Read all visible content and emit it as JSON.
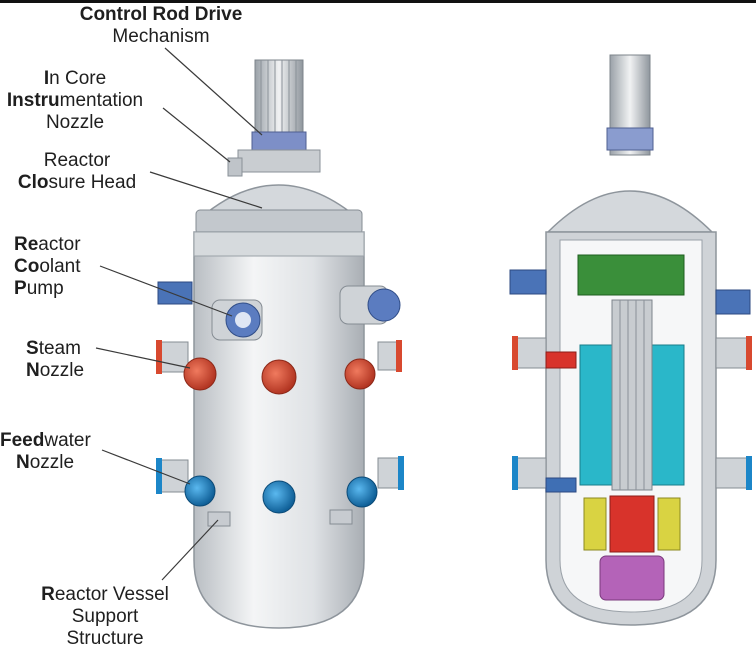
{
  "labels": {
    "crdm": {
      "line1": "Control Rod Drive",
      "line2": "Mechanism"
    },
    "incore": {
      "l1b": "I",
      "l1r": "n Core",
      "l2b": "Instru",
      "l2r": "mentation",
      "l3": "Nozzle"
    },
    "closure": {
      "l1": "Reactor",
      "l2b": "Clo",
      "l2r": "sure Head"
    },
    "pump": {
      "l1b": "Re",
      "l1r": "actor",
      "l2b": "Co",
      "l2r": "olant",
      "l3b": "P",
      "l3r": "ump"
    },
    "steam": {
      "l1b": "S",
      "l1r": "team",
      "l2b": "N",
      "l2r": "ozzle"
    },
    "feedwater": {
      "l1b": "Feed",
      "l1r": "water",
      "l2b": "N",
      "l2r": "ozzle"
    },
    "support": {
      "l1b": "R",
      "l1r": "eactor Vessel",
      "l2": "Support",
      "l3": "Structure"
    }
  },
  "colors": {
    "vessel": "#e6e8ea",
    "nozzle_red": "#d8492f",
    "nozzle_blue": "#1c86c8",
    "pump_blue": "#3f6fb4",
    "internals_cyan": "#2ab7c9",
    "core_red": "#d8332b",
    "lower_purple": "#b463b8",
    "support_yellow": "#d9d342"
  }
}
